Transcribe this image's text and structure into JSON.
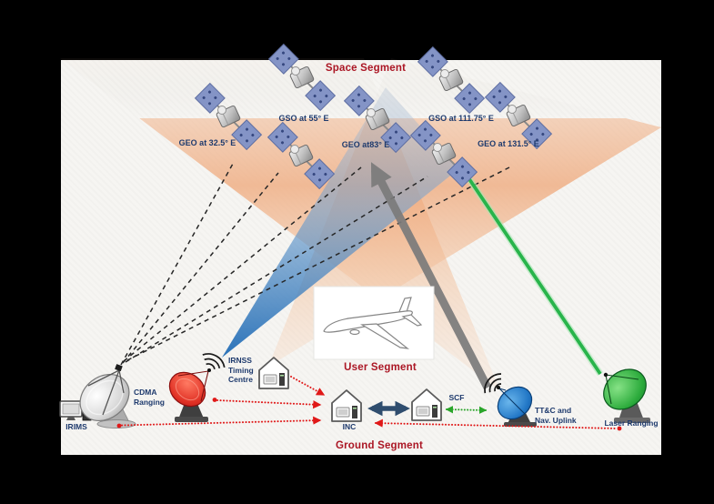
{
  "slide": {
    "description": "IRNSS satellite navigation system architecture diagram",
    "satellite_count": 7
  },
  "labels": {
    "space_segment": "Space Segment",
    "user_segment": "User Segment",
    "ground_segment": "Ground Segment"
  },
  "satellite_labels": {
    "gso55": "GSO at 55° E",
    "gso111": "GSO at 111.75° E",
    "geo32": "GEO at 32.5° E",
    "geo83": "GEO at83° E",
    "geo131": "GEO at 131.5° E"
  },
  "stations": {
    "irims": "IRIMS",
    "cdma_l1": "CDMA",
    "cdma_l2": "Ranging",
    "tc_l1": "IRNSS",
    "tc_l2": "Timing",
    "tc_l3": "Centre",
    "inc": "INC",
    "scf": "SCF",
    "ttc_l1": "TT&C and",
    "ttc_l2": "Nav. Uplink",
    "laser": "Laser Ranging"
  },
  "colors": {
    "segment_label": "#ab1624",
    "station_label": "#1e3a6d",
    "beam_peach": "#f2b48c",
    "beam_blue": "#2f7fc1",
    "laser_green": "#28b44b",
    "uplink_gray": "#7b7b7b",
    "dotted_red": "#e01818",
    "dotted_green": "#2aa52a",
    "link_slate": "#2f4d6e",
    "satellite_panel": "#8494c6",
    "dish_red": "#d42020",
    "dish_blue": "#1a72c0",
    "dish_green": "#1fa03a",
    "dish_gray": "#b9b9b9",
    "frame_black": "#000000",
    "slide_bg": "#f6f5f2"
  },
  "icons": {
    "satellite": "satellite-icon",
    "gray_dish": "ranging-dish-antenna-icon",
    "red_dish": "cdma-dish-antenna-icon",
    "blue_dish": "uplink-dish-antenna-icon",
    "green_dish": "laser-dish-antenna-icon",
    "house": "building-house-icon",
    "computer": "computer-workstation-icon",
    "airplane": "airplane-user-icon",
    "signal_waves": "signal-waves-icon",
    "beam_cone": "coverage-beam-cone",
    "laser_line": "laser-beam-line",
    "uplink_arrow": "uplink-arrow",
    "dashed_line": "ranging-dashed-line",
    "red_link": "red-dotted-data-link",
    "green_link": "green-dotted-data-link",
    "slate_arrow": "bidirectional-link-arrow"
  }
}
